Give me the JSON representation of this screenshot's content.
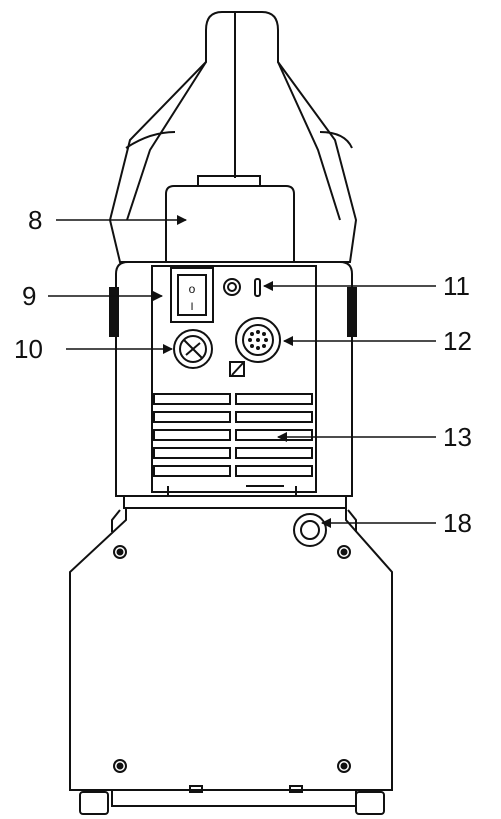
{
  "callouts": [
    {
      "id": "8",
      "label": "8"
    },
    {
      "id": "9",
      "label": "9"
    },
    {
      "id": "10",
      "label": "10"
    },
    {
      "id": "11",
      "label": "11"
    },
    {
      "id": "12",
      "label": "12"
    },
    {
      "id": "13",
      "label": "13"
    },
    {
      "id": "18",
      "label": "18"
    }
  ],
  "switch": {
    "on_mark": "o",
    "off_mark": "I"
  },
  "colors": {
    "line": "#111111",
    "background": "#ffffff"
  }
}
